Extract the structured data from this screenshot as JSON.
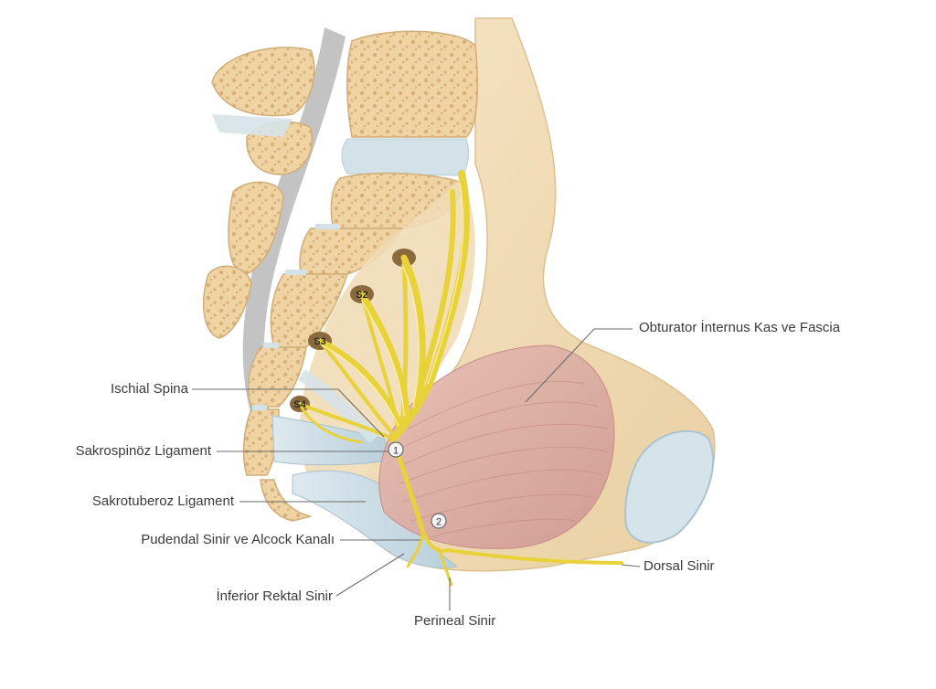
{
  "diagram": {
    "labels": {
      "obturator": "Obturator İnternus Kas ve Fascia",
      "ischial_spina": "Ischial Spina",
      "sakrospinoz": "Sakrospinöz Ligament",
      "sakrotuberoz": "Sakrotuberoz Ligament",
      "pudendal": "Pudendal Sinir ve Alcock Kanalı",
      "inferior_rektal": "İnferior Rektal Sinir",
      "perineal": "Perineal Sinir",
      "dorsal": "Dorsal Sinir"
    },
    "root_labels": {
      "s2": "S2",
      "s3": "S3",
      "s4": "S4"
    },
    "markers": {
      "m1": "1",
      "m2": "2"
    },
    "colors": {
      "bone": "#efd8b0",
      "bone_edge": "#d9b98a",
      "cancellous": "#e6c491",
      "disc": "#d3e2e8",
      "muscle": "#d9a7a0",
      "nerve": "#f2e04a",
      "ligament": "#c8d9e2",
      "leader": "#6b6b6b"
    }
  }
}
